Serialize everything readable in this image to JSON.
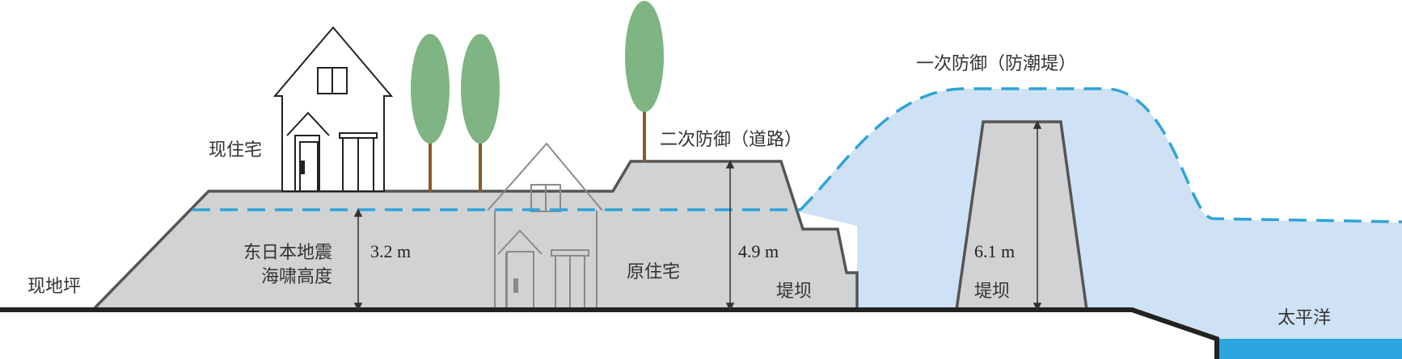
{
  "labels": {
    "ground": "现地坪",
    "current_house": "现住宅",
    "tsunami_line1": "东日本地震",
    "tsunami_line2": "海啸高度",
    "h_tsunami": "3.2 m",
    "original_house": "原住宅",
    "second_defense": "二次防御（道路）",
    "h_road": "4.9 m",
    "dam_small": "堤坝",
    "first_defense": "一次防御（防潮堤）",
    "h_seawall": "6.1 m",
    "dam_large": "堤坝",
    "ocean": "太平洋"
  },
  "colors": {
    "ground_fill": "#d1d2d4",
    "ground_stroke": "#4a4a4a",
    "water_fill": "#cfe2f5",
    "dash_line": "#2fa4d8",
    "ocean": "#2aa5df",
    "tree_crown": "#7eb583",
    "tree_trunk": "#8a5a2b"
  },
  "icons": [
    "house-icon",
    "tree-icon",
    "arrow-icon"
  ]
}
